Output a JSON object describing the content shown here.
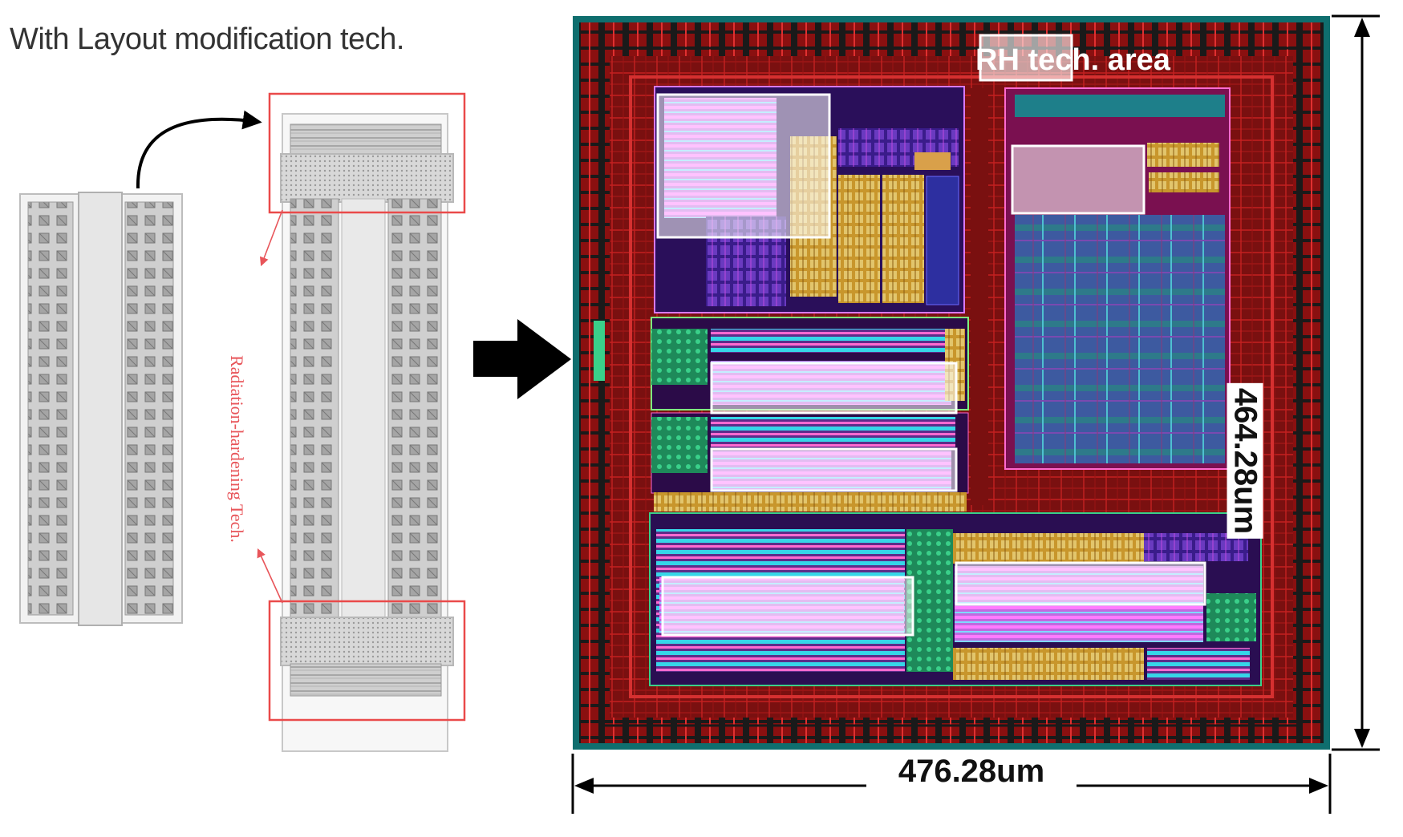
{
  "title": "With Layout modification tech.",
  "side_label": "Radiation-hardening Tech.",
  "legend": {
    "label": "RH tech. area"
  },
  "dimensions": {
    "width": "476.28um",
    "height": "464.28um"
  }
}
